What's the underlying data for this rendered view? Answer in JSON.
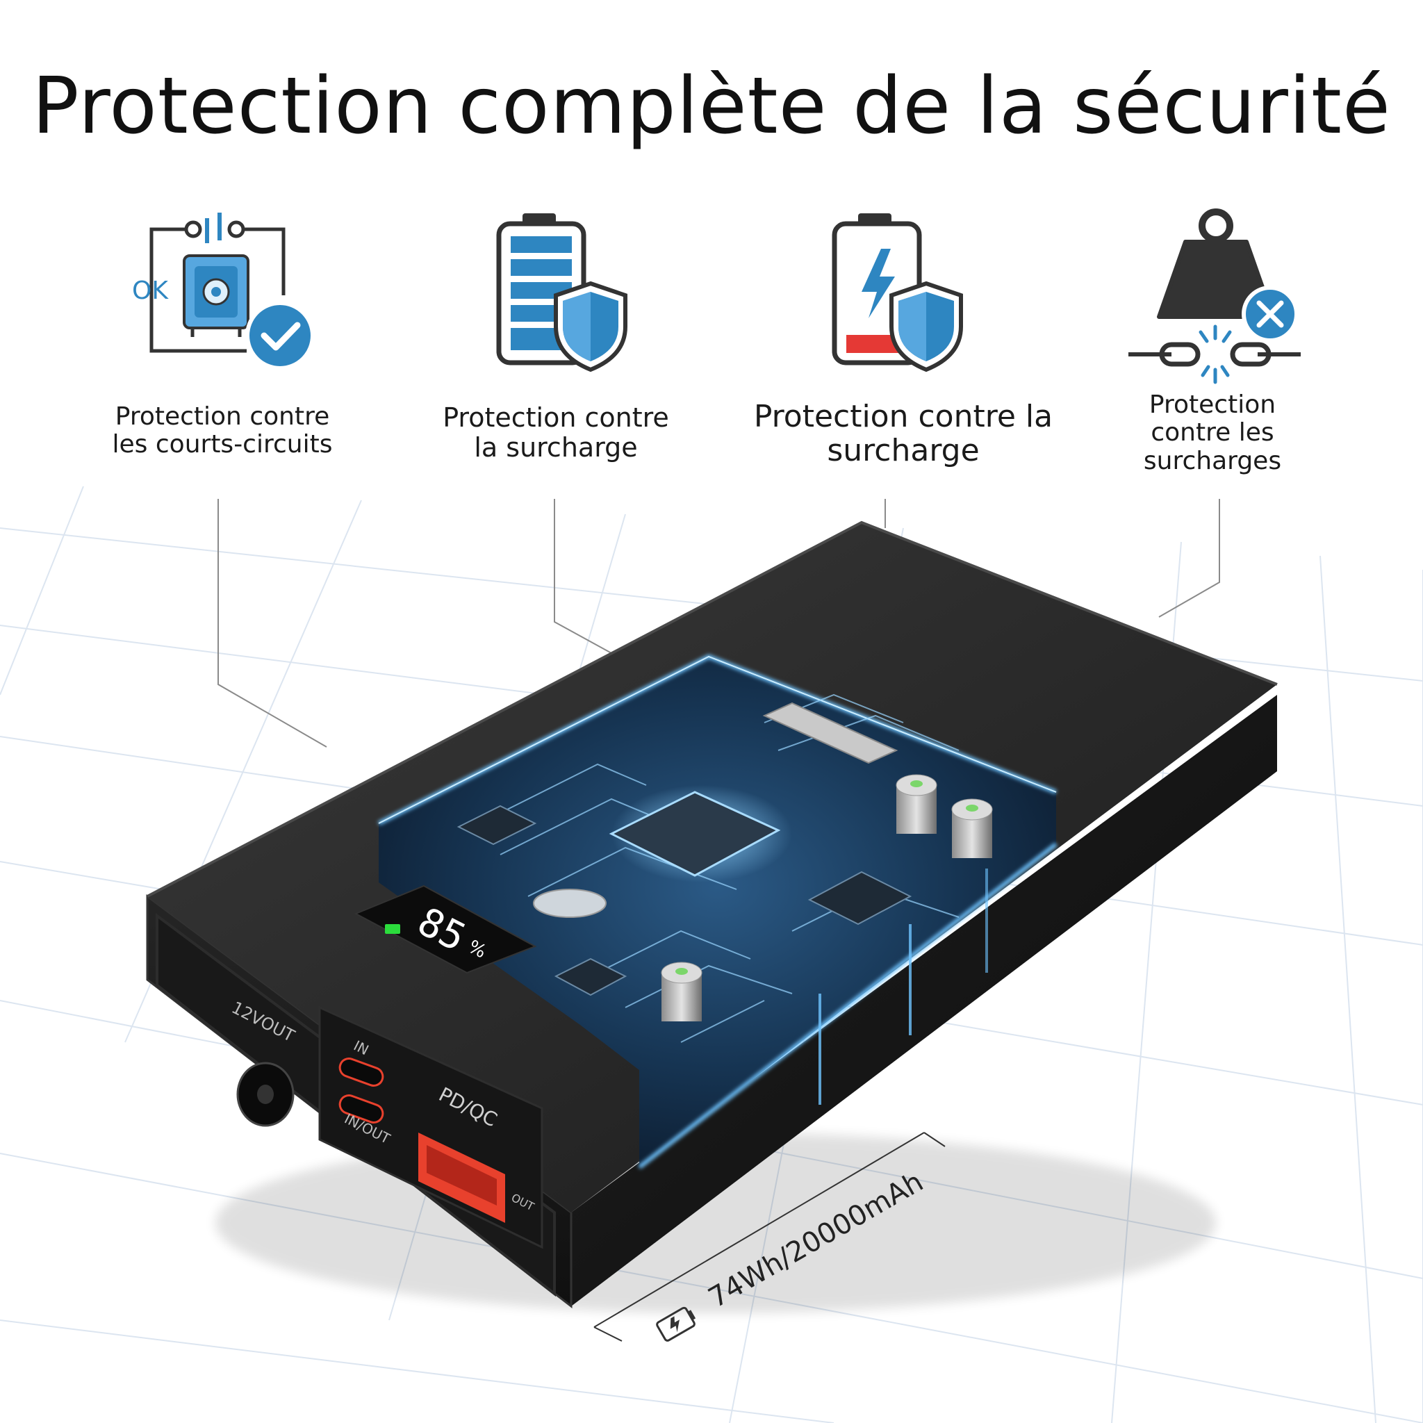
{
  "title": "Protection complète de la sécurité",
  "features": [
    {
      "icon": "safe-check-icon",
      "badge": "OK",
      "lines": [
        "Protection contre",
        "les courts-circuits"
      ]
    },
    {
      "icon": "battery-shield-full-icon",
      "lines": [
        "Protection contre",
        "la surcharge"
      ]
    },
    {
      "icon": "battery-shield-low-icon",
      "lines": [
        "Protection contre la",
        "surcharge"
      ]
    },
    {
      "icon": "weight-broken-chain-icon",
      "lines": [
        "Protection",
        "contre les",
        "surcharges"
      ]
    }
  ],
  "device": {
    "display": "85",
    "display_unit": "%",
    "ports": {
      "dc": "12VOUT",
      "usbc_in": "IN",
      "usbc_inout": "IN/OUT",
      "usba_proto": "PD/QC",
      "usba_out": "OUT"
    },
    "capacity": "74Wh/20000mAh"
  },
  "colors": {
    "accent": "#2E86C1",
    "icon_dark": "#333333",
    "device": "#1c1c1c",
    "glow": "#59b8ff",
    "usb_a": "#e8412d",
    "low_battery": "#e53935"
  }
}
